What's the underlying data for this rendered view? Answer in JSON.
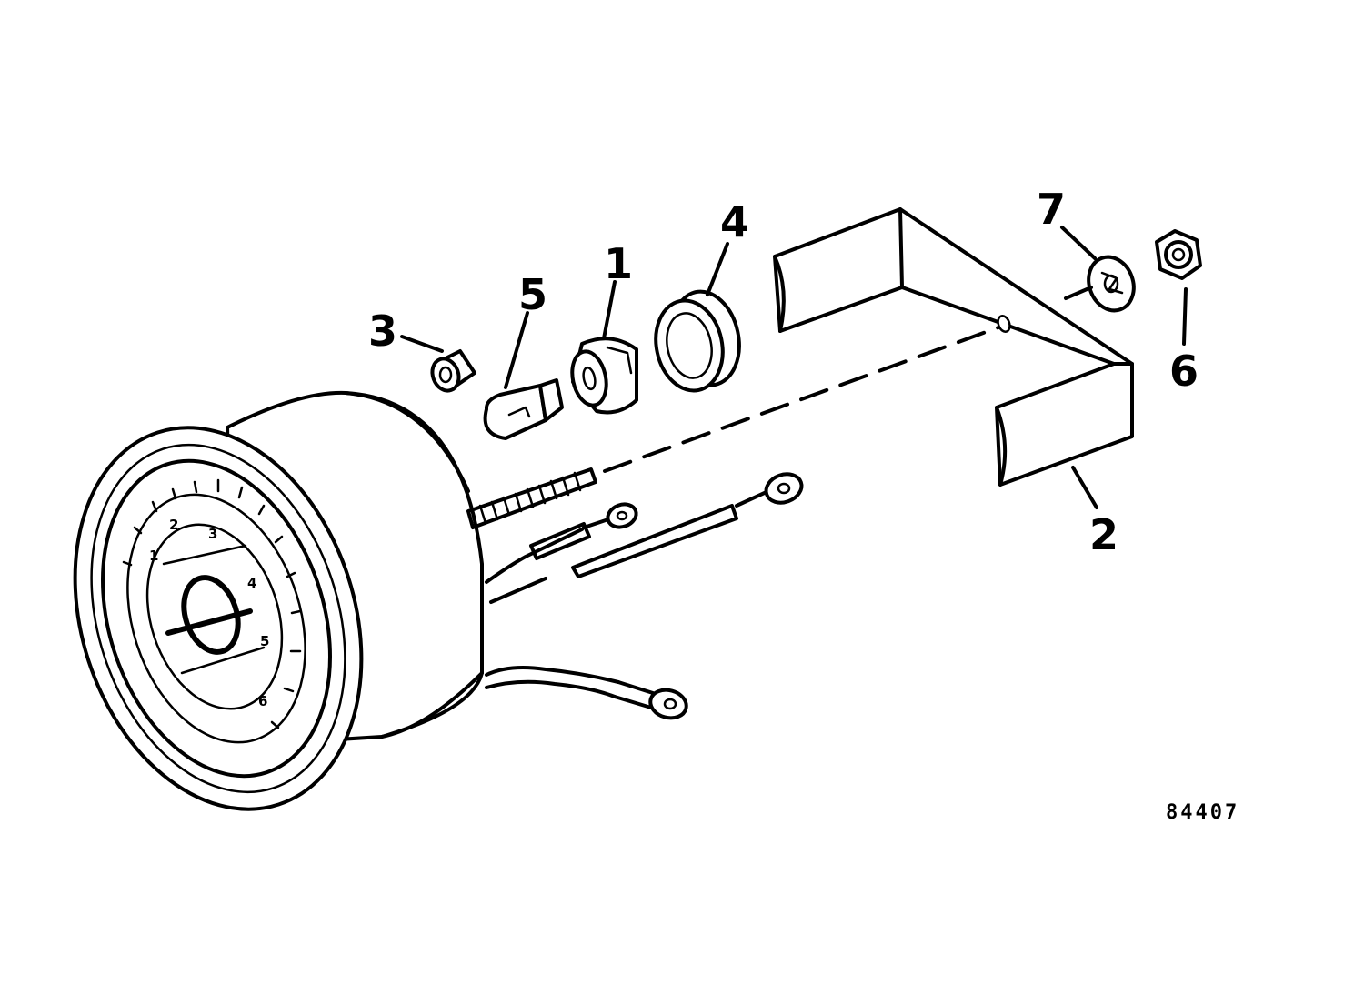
{
  "diagram": {
    "figure_number": "84407",
    "callouts": [
      "1",
      "2",
      "3",
      "4",
      "5",
      "6",
      "7"
    ],
    "dial_numbers": [
      "1",
      "2",
      "3",
      "4",
      "5",
      "6"
    ]
  }
}
